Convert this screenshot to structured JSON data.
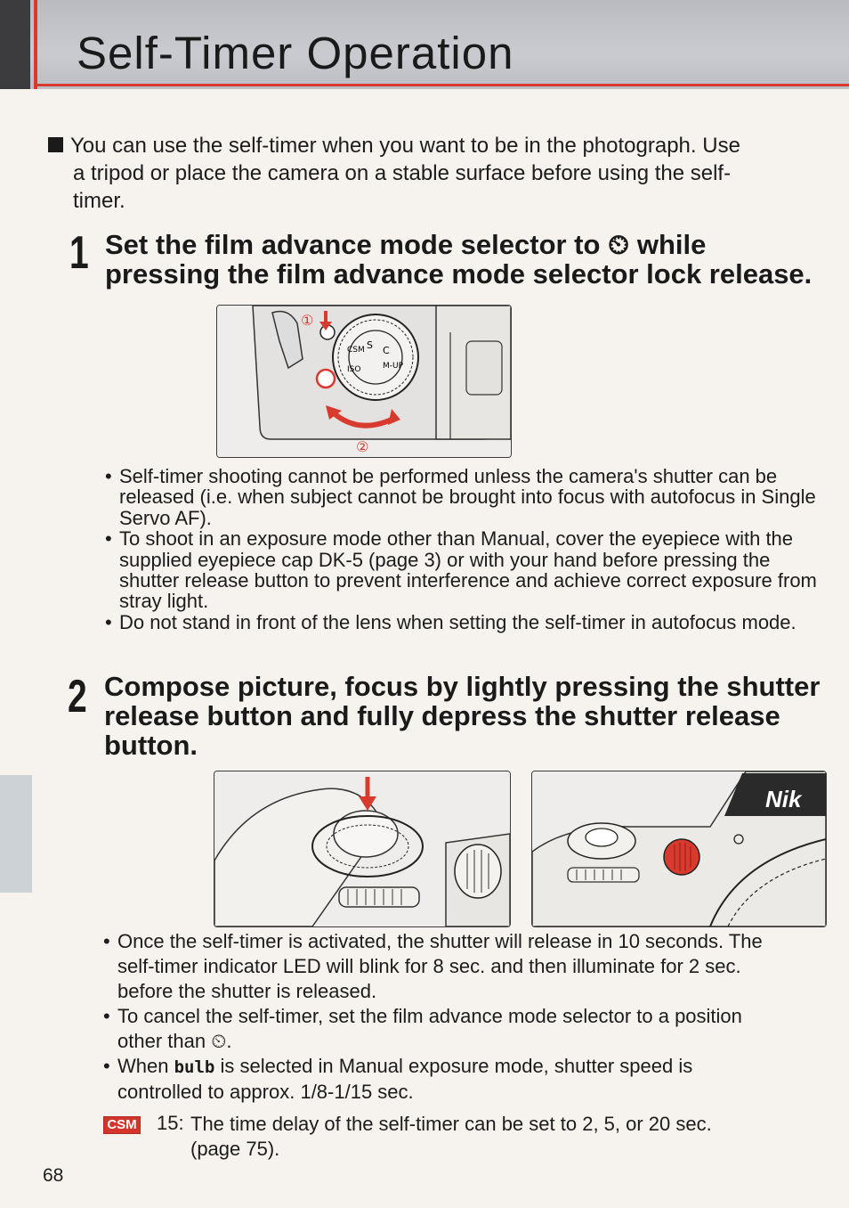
{
  "page": {
    "title": "Self-Timer Operation",
    "number": "68"
  },
  "intro": {
    "line1": "You can use the self-timer when you want to be in the photograph. Use",
    "line2": "a tripod or place the camera on a stable surface before using the self-",
    "line3": "timer."
  },
  "step1": {
    "number": "1",
    "line1": "Set the film advance mode selector to ⏲ while",
    "line2": "pressing the film advance mode selector lock release.",
    "figure_callouts": [
      "①",
      "②"
    ],
    "dial_labels": [
      "S",
      "C",
      "M-UP",
      "CSM",
      "ISO"
    ],
    "notes": [
      "Self-timer shooting cannot be performed unless the camera's shutter can be released (i.e. when subject cannot be brought into focus with autofocus in Single Servo AF).",
      "To shoot in an exposure mode other than Manual, cover the eyepiece with the supplied eyepiece cap DK-5 (page 3) or with your hand before pressing the shutter release button to prevent interference and achieve correct exposure from stray light.",
      "Do not stand in front of the lens when setting the self-timer in autofocus mode."
    ]
  },
  "step2": {
    "number": "2",
    "line1": "Compose picture, focus by lightly pressing the shutter",
    "line2": "release button and fully depress the shutter release",
    "line3": "button.",
    "brand_mark": "Nik",
    "notes": {
      "n1a": "Once the self-timer is activated, the shutter will release in 10 seconds. The",
      "n1b": "self-timer indicator LED will blink for 8 sec. and then illuminate for 2 sec.",
      "n1c": "before the shutter is released.",
      "n2a": "To cancel the self-timer, set the film advance mode selector to a position",
      "n2b": "other than ⏲.",
      "n3a_pre": "When ",
      "n3a_code": "bulb",
      "n3a_post": " is selected in Manual exposure mode, shutter speed is",
      "n3b": "controlled to approx. 1/8-1/15 sec."
    }
  },
  "csm": {
    "badge": "CSM",
    "code": "15:",
    "line1": "The time delay of the self-timer can be set to 2, 5, or 20 sec.",
    "line2": "(page 75)."
  },
  "colors": {
    "accent_red": "#d83a2e",
    "header_gray": "#c3c5ca"
  }
}
